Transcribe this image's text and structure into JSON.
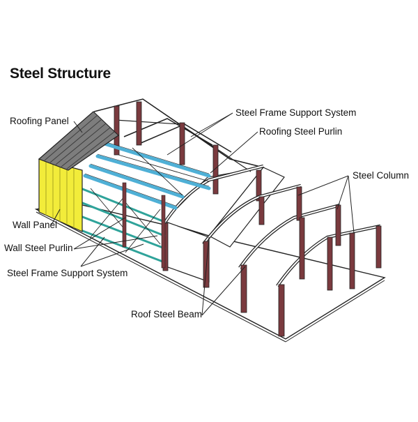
{
  "title": "Steel Structure",
  "labels": {
    "roofing_panel": "Roofing Panel",
    "frame_support_top": "Steel Frame Support System",
    "roofing_purlin": "Roofing Steel Purlin",
    "steel_column": "Steel Column",
    "wall_panel": "Wall Panel",
    "wall_purlin": "Wall Steel Purlin",
    "frame_support_bottom": "Steel Frame Support System",
    "roof_beam": "Roof Steel Beam"
  },
  "colors": {
    "column": "#7a3a3e",
    "purlin": "#4fb0d6",
    "bracing": "#2fa39a",
    "wall_panel": "#f2ec3a",
    "roof_panel": "#7d7d7d",
    "line": "#222222"
  }
}
